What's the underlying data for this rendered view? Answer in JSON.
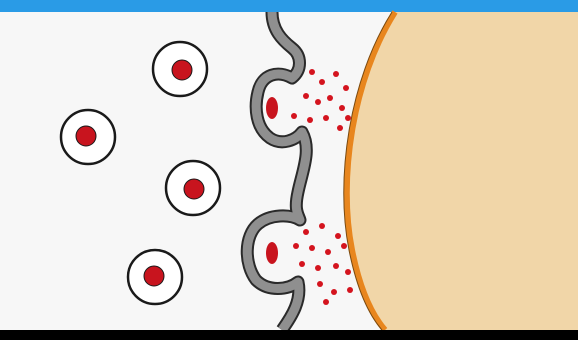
{
  "diagram": {
    "colors": {
      "outside_bg": "#f7f7f7",
      "vesicle_fill": "#ffffff",
      "vesicle_stroke": "#1a1a1a",
      "vesicle_core": "#c8141e",
      "membrane_fill": "#8f8f8f",
      "membrane_stroke": "#2a2a2a",
      "particle": "#d4141e",
      "target_cell_fill": "#f1d6a8",
      "target_cell_outline": "#e8861e",
      "top_band": "#2a9be6",
      "frame": "#000000"
    },
    "components": [
      "free-vesicles",
      "presynaptic-membrane",
      "released-particles",
      "target-cell"
    ]
  }
}
